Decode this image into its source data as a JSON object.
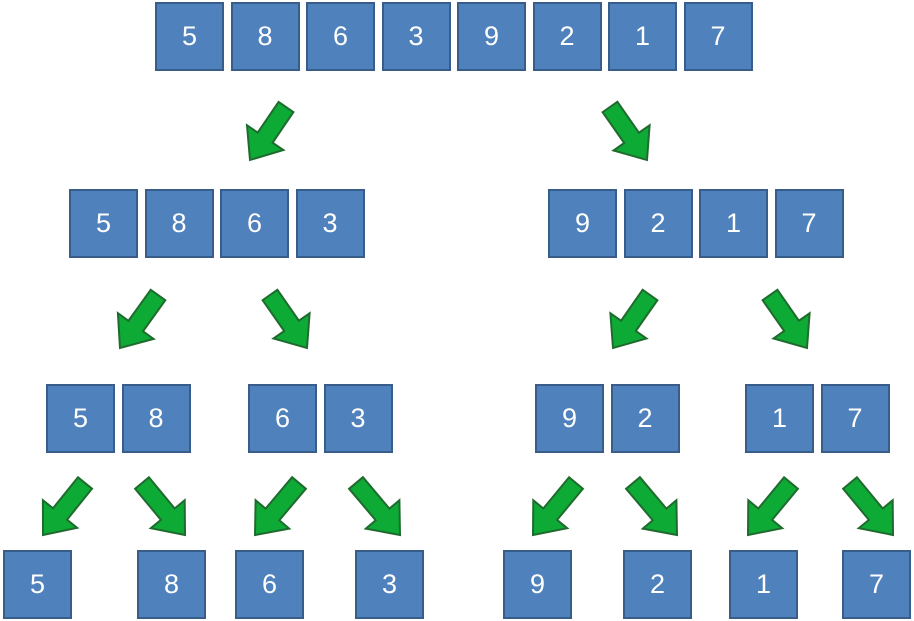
{
  "colors": {
    "cell_fill": "#4f81bd",
    "cell_border": "#385d8a",
    "cell_text": "#ffffff",
    "arrow_fill": "#0dab36",
    "arrow_border": "#1f6b2e"
  },
  "diagram": {
    "levels": [
      {
        "groups": [
          {
            "values": [
              "5",
              "8",
              "6",
              "3",
              "9",
              "2",
              "1",
              "7"
            ]
          }
        ]
      },
      {
        "groups": [
          {
            "values": [
              "5",
              "8",
              "6",
              "3"
            ]
          },
          {
            "values": [
              "9",
              "2",
              "1",
              "7"
            ]
          }
        ]
      },
      {
        "groups": [
          {
            "values": [
              "5",
              "8"
            ]
          },
          {
            "values": [
              "6",
              "3"
            ]
          },
          {
            "values": [
              "9",
              "2"
            ]
          },
          {
            "values": [
              "1",
              "7"
            ]
          }
        ]
      },
      {
        "groups": [
          {
            "values": [
              "5"
            ]
          },
          {
            "values": [
              "8"
            ]
          },
          {
            "values": [
              "6"
            ]
          },
          {
            "values": [
              "3"
            ]
          },
          {
            "values": [
              "9"
            ]
          },
          {
            "values": [
              "2"
            ]
          },
          {
            "values": [
              "1"
            ]
          },
          {
            "values": [
              "7"
            ]
          }
        ]
      }
    ],
    "arrow_icon": "down-arrow-icon"
  }
}
